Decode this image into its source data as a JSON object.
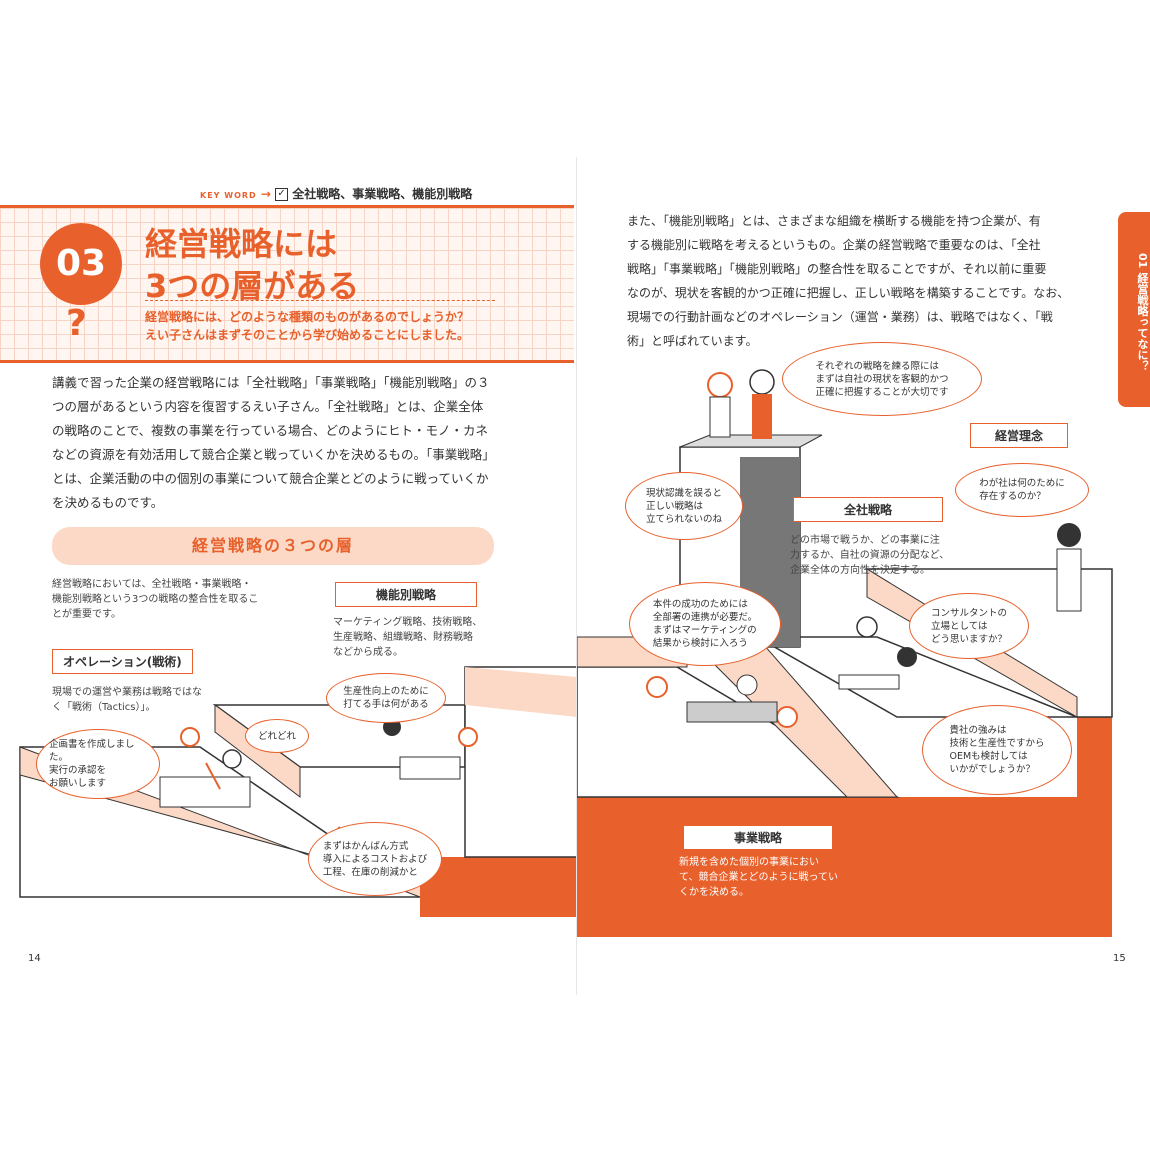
{
  "left_page": {
    "keyword_tag": "KEY WORD",
    "keyword_arrow": "→",
    "keyword_check": "✓",
    "keywords": "全社戦略、事業戦略、機能別戦略",
    "number": "03",
    "question_mark": "?",
    "title_line1": "経営戦略には",
    "title_line2": "3つの層がある",
    "lead_line1": "経営戦略には、どのような種類のものがあるのでしょうか？",
    "lead_line2": "えい子さんはまずそのことから学び始めることにしました。",
    "body_lines": [
      "講義で習った企業の経営戦略には「全社戦略」「事業戦略」「機能別戦略」の３",
      "つの層があるという内容を復習するえい子さん。「全社戦略」とは、企業全体",
      "の戦略のことで、複数の事業を行っている場合、どのようにヒト・モノ・カネ",
      "などの資源を有効活用して競合企業と戦っていくかを決めるもの。「事業戦略」",
      "とは、企業活動の中の個別の事業について競合企業とどのように戦っていくか",
      "を決めるものです。"
    ],
    "section_title": "経営戦略の３つの層",
    "intro_lines": [
      "経営戦略においては、全社戦略・事業戦略・",
      "機能別戦略という3つの戦略の整合性を取るこ",
      "とが重要です。"
    ],
    "operation_label": "オペレーション(戦術)",
    "operation_lines": [
      "現場での運営や業務は戦略ではな",
      "く「戦術（Tactics）」。"
    ],
    "functional_label": "機能別戦略",
    "functional_lines": [
      "マーケティング戦略、技術戦略、",
      "生産戦略、組織戦略、財務戦略",
      "などから成る。"
    ],
    "bubbles": {
      "plan": [
        "企画書を作成しました。",
        "実行の承認を",
        "お願いします"
      ],
      "check": [
        "どれどれ"
      ],
      "productivity": [
        "生産性向上のために",
        "打てる手は何がある"
      ],
      "kanban": [
        "まずはかんばん方式",
        "導入によるコストおよび",
        "工程、在庫の削減かと"
      ]
    },
    "page_number": "14"
  },
  "right_page": {
    "body_lines": [
      "また、「機能別戦略」とは、さまざまな組織を横断する機能を持つ企業が、有",
      "する機能別に戦略を考えるというもの。企業の経営戦略で重要なのは、「全社",
      "戦略」「事業戦略」「機能別戦略」の整合性を取ることですが、それ以前に重要",
      "なのが、現状を客観的かつ正確に把握し、正しい戦略を構築することです。なお、",
      "現場での行動計画などのオペレーション（運営・業務）は、戦略ではなく、「戦",
      "術」と呼ばれています。"
    ],
    "side_tab": "01 経営戦略ってなに？",
    "bubbles": {
      "each_strategy": [
        "それぞれの戦略を練る際には",
        "まずは自社の現状を客観的かつ",
        "正確に把握することが大切です"
      ],
      "recognition": [
        "現状認識を誤ると",
        "正しい戦略は",
        "立てられないのね"
      ],
      "mission": [
        "わが社は何のために",
        "存在するのか？"
      ],
      "success": [
        "本件の成功のためには",
        "全部署の連携が必要だ。",
        "まずはマーケティングの",
        "結果から検討に入ろう"
      ],
      "consultant": [
        "コンサルタントの",
        "立場としては",
        "どう思いますか？"
      ],
      "oem": [
        "貴社の強みは",
        "技術と生産性ですから",
        "OEMも検討しては",
        "いかがでしょうか？"
      ]
    },
    "philosophy_label": "経営理念",
    "corporate_label": "全社戦略",
    "corporate_lines": [
      "どの市場で戦うか、どの事業に注",
      "力するか、自社の資源の分配など、",
      "企業全体の方向性を決定する。"
    ],
    "business_label": "事業戦略",
    "business_lines": [
      "新規を含めた個別の事業におい",
      "て、競合企業とどのように戦ってい",
      "くかを決める。"
    ],
    "page_number": "15"
  },
  "colors": {
    "accent": "#e8612c",
    "accent_light": "#fbd9c6",
    "grid": "#f6d3c3"
  }
}
